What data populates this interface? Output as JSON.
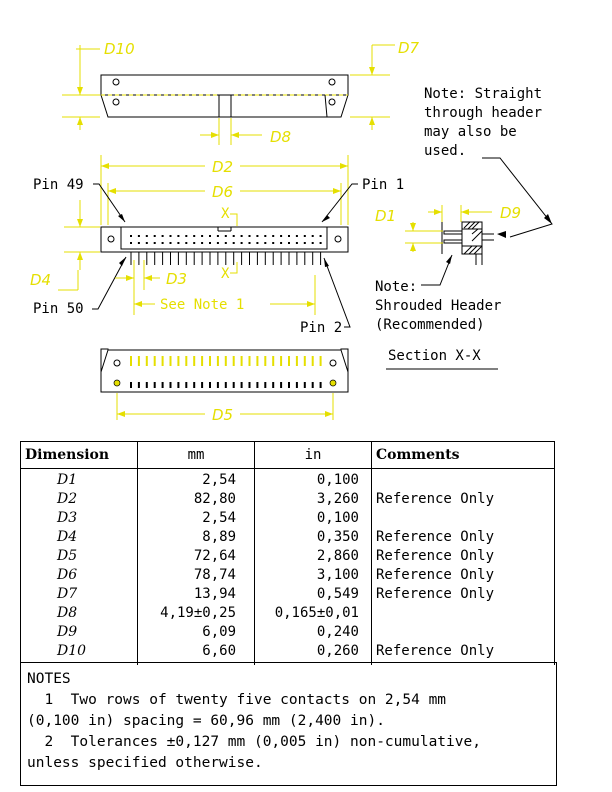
{
  "drawing": {
    "dim_labels": {
      "d10": "D10",
      "d7": "D7",
      "d8": "D8",
      "d2": "D2",
      "d6": "D6",
      "d1": "D1",
      "d9": "D9",
      "d4": "D4",
      "d3": "D3",
      "d5": "D5"
    },
    "pin_labels": {
      "pin49": "Pin 49",
      "pin1": "Pin 1",
      "pin50": "Pin 50",
      "pin2": "Pin 2"
    },
    "x_labels": {
      "x_top": "X",
      "x_bottom": "X"
    },
    "see_note": "See Note 1",
    "note_straight": [
      "Note:  Straight",
      "through header",
      "may also be",
      "used."
    ],
    "note_shrouded": [
      "Note:",
      "Shrouded Header",
      "(Recommended)"
    ],
    "section_label": "Section X-X"
  },
  "table": {
    "headers": [
      "Dimension",
      "mm",
      "in",
      "Comments"
    ],
    "rows": [
      [
        "D1",
        "2,54",
        "0,100",
        ""
      ],
      [
        "D2",
        "82,80",
        "3,260",
        "Reference Only"
      ],
      [
        "D3",
        "2,54",
        "0,100",
        ""
      ],
      [
        "D4",
        "8,89",
        "0,350",
        "Reference Only"
      ],
      [
        "D5",
        "72,64",
        "2,860",
        "Reference Only"
      ],
      [
        "D6",
        "78,74",
        "3,100",
        "Reference Only"
      ],
      [
        "D7",
        "13,94",
        "0,549",
        "Reference Only"
      ],
      [
        "D8",
        "4,19±0,25",
        "0,165±0,01",
        ""
      ],
      [
        "D9",
        "6,09",
        "0,240",
        ""
      ],
      [
        "D10",
        "6,60",
        "0,260",
        "Reference Only"
      ]
    ]
  },
  "notes": {
    "title": "NOTES",
    "lines": [
      "  1  Two rows of twenty five contacts on 2,54 mm",
      "(0,100 in) spacing = 60,96 mm (2,400 in).",
      "  2  Tolerances ±0,127 mm (0,005 in) non-cumulative,",
      "unless specified otherwise."
    ]
  },
  "colors": {
    "dimension": "#e5df00",
    "line": "#000000"
  }
}
